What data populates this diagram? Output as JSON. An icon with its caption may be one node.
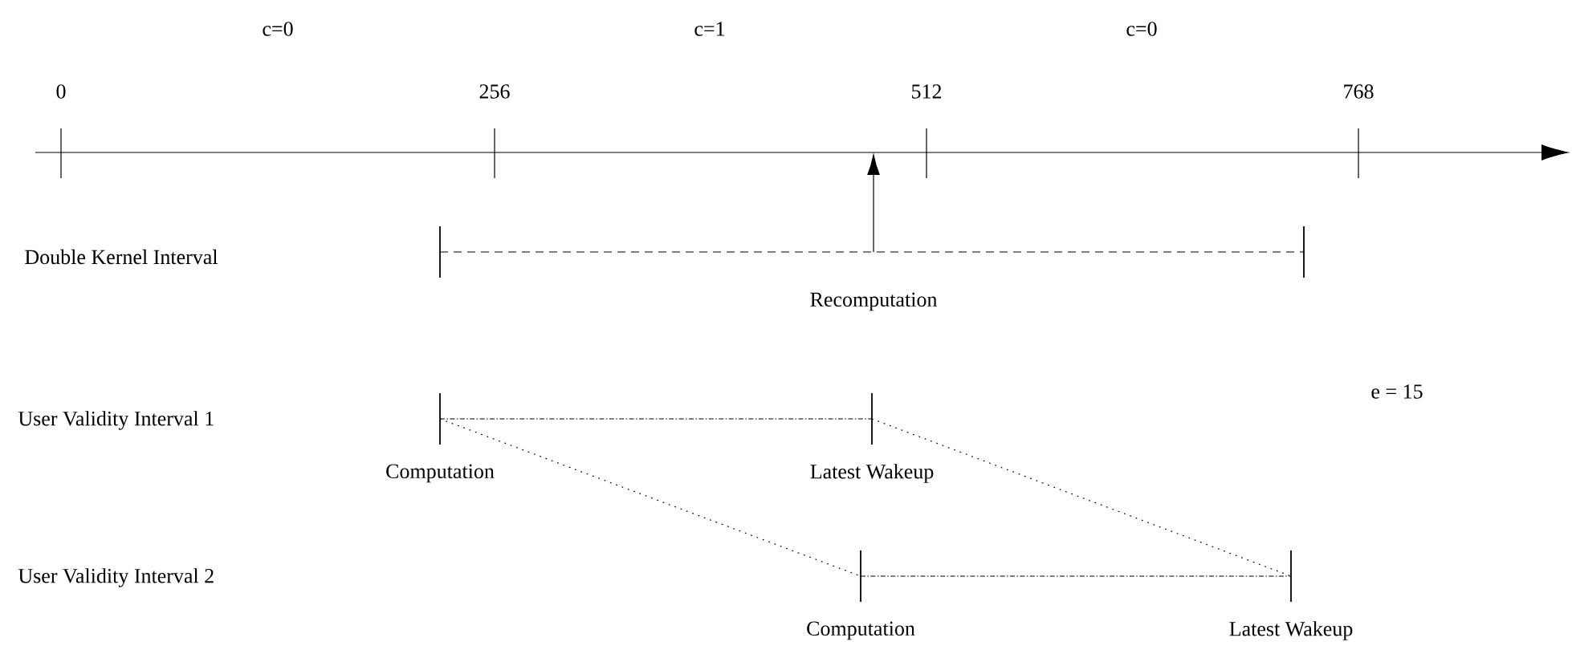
{
  "diagram": {
    "nodes": [
      {
        "text": [],
        "shape": "bar"
      },
      {
        "text": [],
        "shape": "bar"
      },
      {
        "text": [],
        "shape": "bar",
        "beside": [
          "Computation"
        ]
      },
      {
        "text": [],
        "shape": "bar",
        "beside": [
          "Latest Wakeup"
        ]
      },
      {
        "text": [],
        "shape": "bar",
        "beside": [
          "Computation"
        ]
      },
      {
        "text": [],
        "shape": "bar",
        "beside": [
          "Latest Wakeup"
        ]
      }
    ],
    "edges": [
      {
        "from": 0,
        "to": 1,
        "arrow": "none",
        "style": "dashed"
      },
      {
        "from": 2,
        "to": 3,
        "arrow": "none",
        "style": "dashed"
      },
      {
        "from": 4,
        "to": 5,
        "arrow": "none",
        "style": "dashed"
      },
      {
        "from": 2,
        "to": 4,
        "arrow": "none",
        "style": "dashed"
      },
      {
        "from": 3,
        "to": 5,
        "arrow": "none",
        "style": "dashed"
      }
    ],
    "labels": [
      "c=0",
      "c=1",
      "c=0",
      "0",
      "256",
      "512",
      "768",
      "Double Kernel Interval",
      "Recomputation",
      "User Validity Interval 1",
      "e = 15",
      "User Validity Interval 2"
    ]
  }
}
